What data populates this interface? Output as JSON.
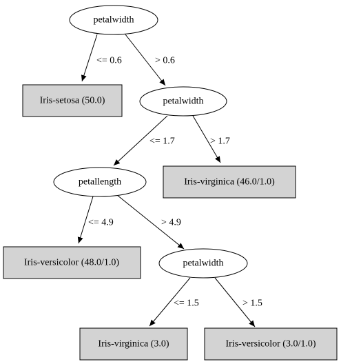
{
  "tree": {
    "root_attr": "petalwidth",
    "root_left_label": "<= 0.6",
    "root_right_label": "> 0.6",
    "setosa_leaf": "Iris-setosa (50.0)",
    "n2_attr": "petalwidth",
    "n2_left_label": "<= 1.7",
    "n2_right_label": "> 1.7",
    "virginica_leaf_1": "Iris-virginica (46.0/1.0)",
    "n3_attr": "petallength",
    "n3_left_label": "<= 4.9",
    "n3_right_label": "> 4.9",
    "versicolor_leaf_1": "Iris-versicolor (48.0/1.0)",
    "n4_attr": "petalwidth",
    "n4_left_label": "<= 1.5",
    "n4_right_label": "> 1.5",
    "virginica_leaf_2": "Iris-virginica (3.0)",
    "versicolor_leaf_2": "Iris-versicolor (3.0/1.0)"
  },
  "colors": {
    "leaf_fill": "#d3d3d3",
    "node_fill": "#ffffff",
    "stroke": "#000000"
  }
}
